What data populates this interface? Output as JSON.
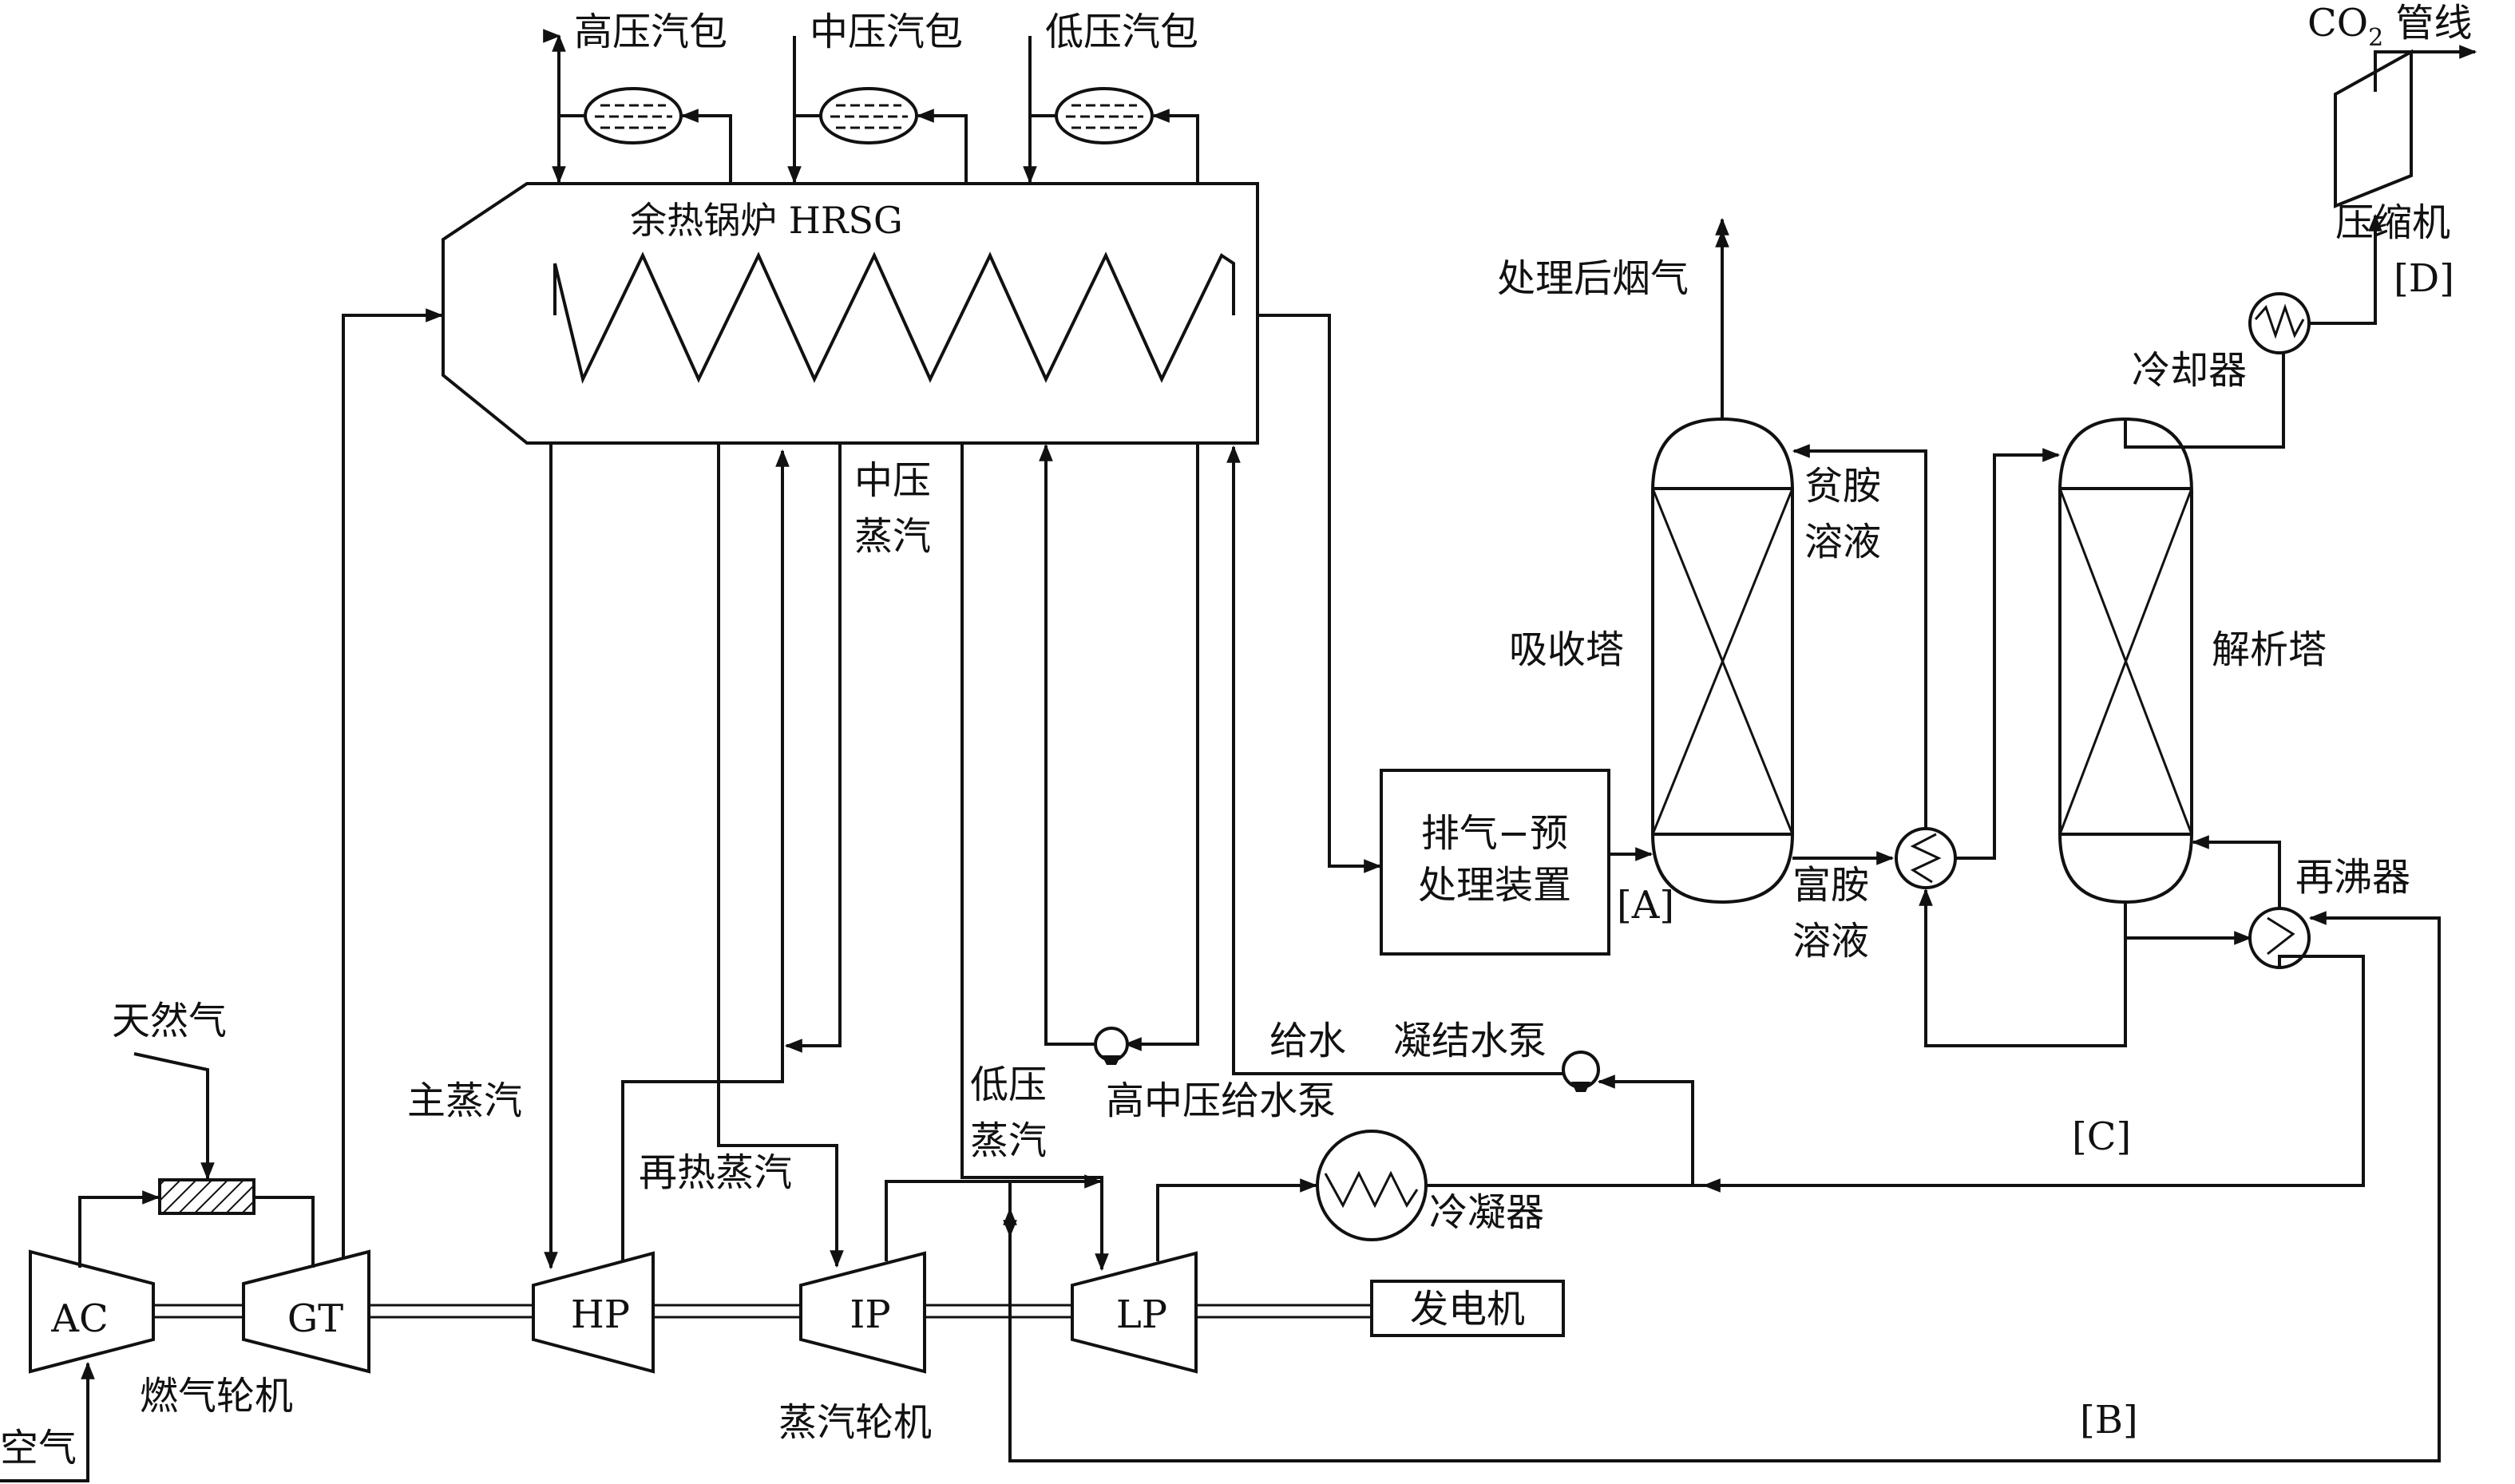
{
  "labels": {
    "hp_drum": "高压汽包",
    "ip_drum": "中压汽包",
    "lp_drum": "低压汽包",
    "hrsg": "余热锅炉 HRSG",
    "co2_line_pre": "CO",
    "co2_line_sub": "2",
    "co2_line_post": " 管线",
    "compressor": "压缩机",
    "tag_d": "[D]",
    "cooler": "冷却器",
    "treated_gas": "处理后烟气",
    "ip_steam_1": "中压",
    "ip_steam_2": "蒸汽",
    "lean_amine_1": "贫胺",
    "lean_amine_2": "溶液",
    "absorber": "吸收塔",
    "stripper": "解析塔",
    "pretreat_1": "排气−预",
    "pretreat_2": "处理装置",
    "tag_a": "[A]",
    "rich_amine_1": "富胺",
    "rich_amine_2": "溶液",
    "reboiler": "再沸器",
    "natural_gas": "天然气",
    "feedwater": "给水",
    "cond_pump": "凝结水泵",
    "main_steam": "主蒸汽",
    "lp_steam_1": "低压",
    "lp_steam_2": "蒸汽",
    "hip_pump": "高中压给水泵",
    "tag_c": "[C]",
    "reheat_steam": "再热蒸汽",
    "condenser": "冷凝器",
    "ac": "AC",
    "gt": "GT",
    "hp": "HP",
    "ip": "IP",
    "lp": "LP",
    "generator": "发电机",
    "gas_turbine": "燃气轮机",
    "steam_turbine": "蒸汽轮机",
    "air": "空气",
    "tag_b": "[B]"
  }
}
